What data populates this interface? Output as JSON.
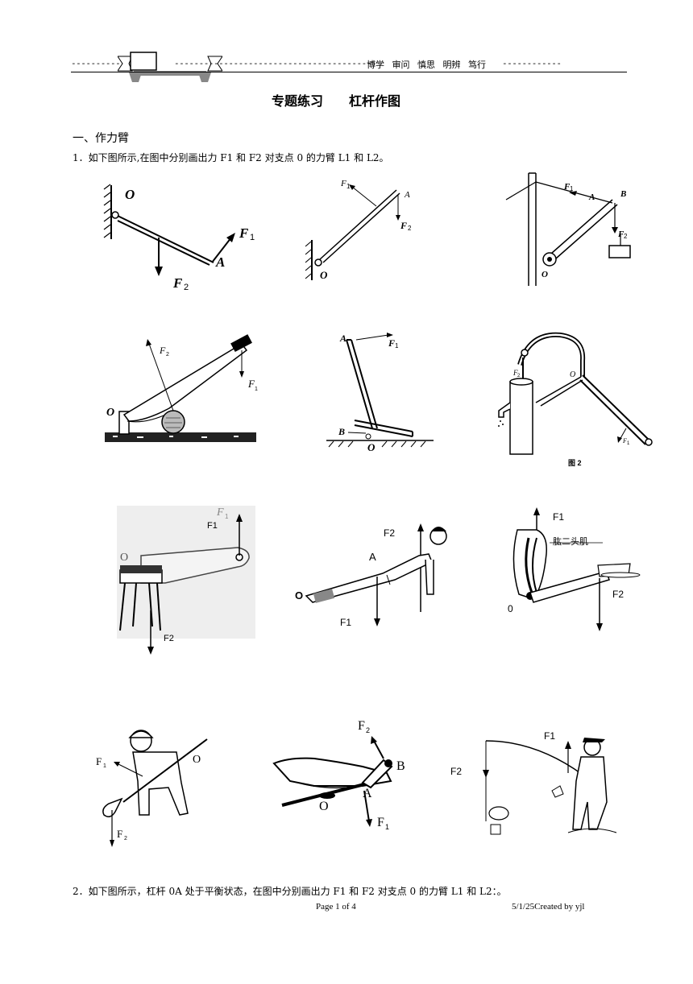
{
  "header": {
    "dashes_left": "-------------",
    "dashes_mid": "------------------------------------------",
    "motto": "博学 审问 慎思 明辨 笃行",
    "dashes_right": "------------"
  },
  "title": "专题练习　　杠杆作图",
  "section1": "一、作力臂",
  "q1": "1．如下图所示,在图中分别画出力 F1 和 F2 对支点 0 的力臂 L1 和 L2。",
  "q2": "2．如下图所示，杠杆 0A 处于平衡状态，在图中分别画出力 F1 和 F2 对支点 0 的力臂 L1 和 L2：。",
  "footer": {
    "page": "Page 1 of 4",
    "created": "5/1/25Created by yjl"
  },
  "figures": {
    "f1": {
      "O": "O",
      "F1": "F",
      "F1s": "1",
      "F2": "F",
      "F2s": "2",
      "A": "A"
    },
    "f2": {
      "F1": "F",
      "F1s": "1",
      "A": "A",
      "F2": "F",
      "F2s": "2",
      "O": "O"
    },
    "f3": {
      "F1": "F",
      "F1s": "1",
      "A": "A",
      "B": "B",
      "F2": "F",
      "F2s": "2",
      "O": "O"
    },
    "f4": {
      "F2": "F",
      "F2s": "2",
      "F1": "F",
      "F1s": "1",
      "O": "O"
    },
    "f5": {
      "A": "A",
      "F1": "F",
      "F1s": "1",
      "B": "B",
      "O": "O"
    },
    "f6": {
      "F2": "F",
      "F2s": "2",
      "O": "O",
      "F1": "F",
      "F1s": "1",
      "caption": "图 2"
    },
    "f7": {
      "F1top": "F",
      "F1tops": "1",
      "F1": "F1",
      "O": "O",
      "F2": "F2"
    },
    "f8": {
      "F2": "F2",
      "A": "A",
      "O": "O",
      "F1": "F1"
    },
    "f9": {
      "F1": "F1",
      "muscle": "肱二头肌",
      "F2": "F2",
      "O": "0"
    },
    "f10": {
      "F1": "F",
      "F1s": "1",
      "O": "O",
      "F2": "F",
      "F2s": "2"
    },
    "f11": {
      "F2": "F",
      "F2s": "2",
      "B": "B",
      "A": "A",
      "O": "O",
      "F1": "F",
      "F1s": "1"
    },
    "f12": {
      "F1": "F1",
      "F2": "F2"
    }
  }
}
